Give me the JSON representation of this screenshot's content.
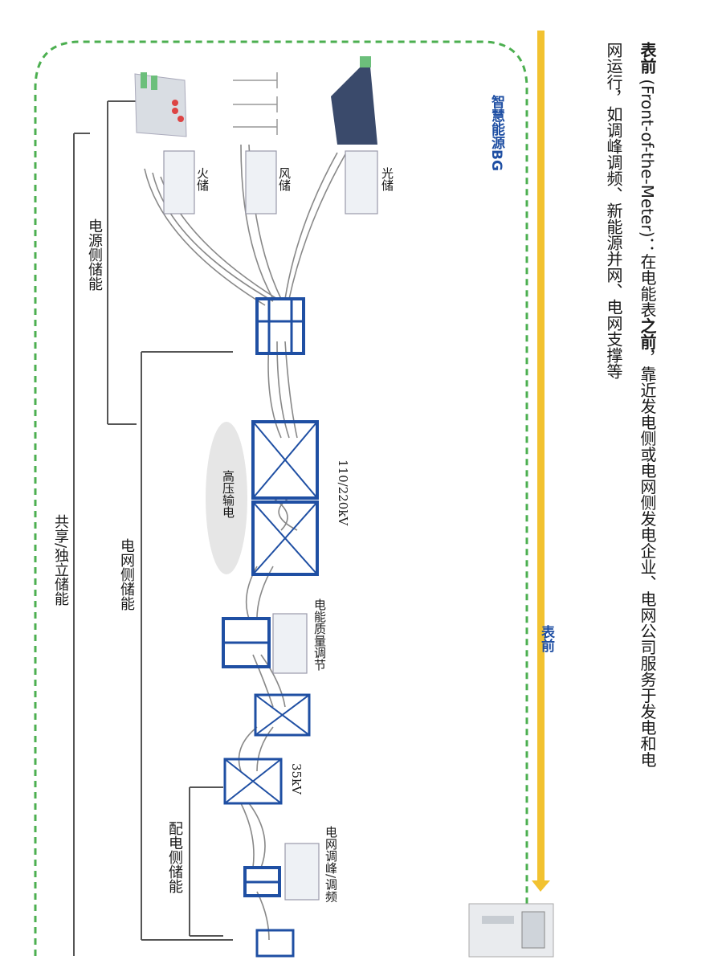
{
  "header": {
    "term": "表前",
    "english": " (Front-of-the-Meter)：",
    "text1": "在电能表",
    "text_bold": "之前",
    "text2": "，靠近发电侧或电网侧发电企业、电网公司服务于发电和电",
    "line2": "网运行，如调峰调频、新能源并网、电网支撑等"
  },
  "arrow_label": "表前",
  "bg_label": "智慧能源BG",
  "sources": {
    "thermal": "火储",
    "wind": "风储",
    "solar": "光储"
  },
  "transmission": {
    "hv_label": "高压输电",
    "voltage_110": "110/220kV",
    "voltage_35": "35kV"
  },
  "substations": {
    "power_quality": "电能质量调节",
    "peak_freq": "电网调峰/调频"
  },
  "brackets": {
    "source_side": "电源侧储能",
    "grid_side": "电网侧储能",
    "shared": "共享/独立储能",
    "distribution": "配电侧储能"
  },
  "colors": {
    "tower_blue": "#1f4fa3",
    "arrow_yellow": "#f2c230",
    "dashed_green": "#4caf50"
  },
  "icons": [
    "thermal-plant-icon",
    "wind-turbine-icon",
    "solar-panel-icon",
    "battery-cabinet-icon",
    "transmission-tower-icon",
    "electric-meter-icon"
  ]
}
